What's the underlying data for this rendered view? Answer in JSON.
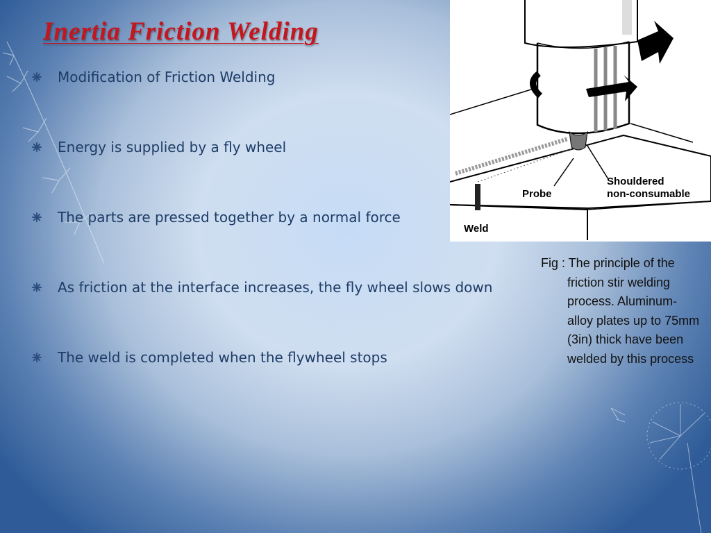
{
  "slide": {
    "title": "Inertia Friction Welding"
  },
  "bullets": [
    {
      "text": "Modification of Friction Welding"
    },
    {
      "text": "Energy is supplied by a fly wheel"
    },
    {
      "text": "The parts are pressed together by a normal force"
    },
    {
      "text": "As friction at the interface increases, the fly wheel slows down"
    },
    {
      "text": "The weld is completed when the flywheel stops"
    }
  ],
  "figure": {
    "labels": {
      "probe": "Probe",
      "weld": "Weld",
      "shoulder_line1": "Shouldered",
      "shoulder_line2": "non-consumable"
    },
    "caption": "Fig : The principle of the friction stir welding process. Aluminum-alloy plates up to 75mm (3in) thick have been welded by this process"
  },
  "colors": {
    "title": "#c4161c",
    "bullet_text": "#1e3c66",
    "bullet_mark": "#2d4f80"
  }
}
